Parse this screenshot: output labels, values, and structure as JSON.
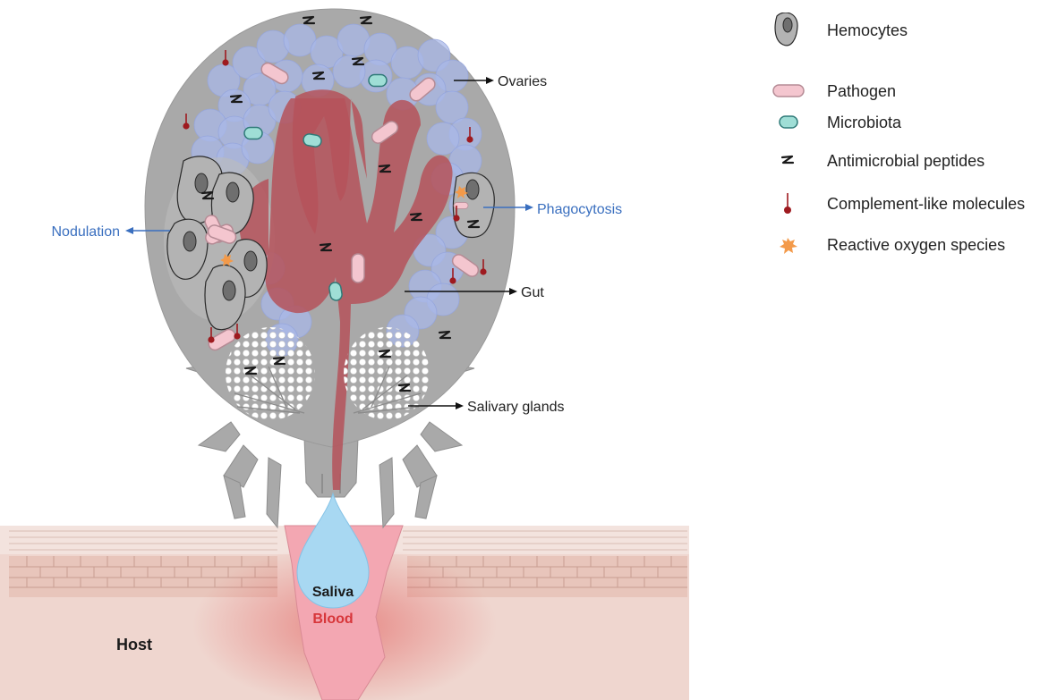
{
  "legend": {
    "items": [
      {
        "label": "Hemocytes",
        "icon": "hemocyte-icon"
      },
      {
        "label": "Pathogen",
        "icon": "pathogen-icon"
      },
      {
        "label": "Microbiota",
        "icon": "microbiota-icon"
      },
      {
        "label": "Antimicrobial peptides",
        "icon": "peptide-icon"
      },
      {
        "label": "Complement-like molecules",
        "icon": "complement-icon"
      },
      {
        "label": "Reactive oxygen species",
        "icon": "ros-icon"
      }
    ]
  },
  "labels": {
    "ovaries": "Ovaries",
    "phagocytosis": "Phagocytosis",
    "nodulation": "Nodulation",
    "gut": "Gut",
    "salivary_glands": "Salivary glands",
    "saliva": "Saliva",
    "blood": "Blood",
    "host": "Host"
  },
  "colors": {
    "tick_body": "#a9a9a9",
    "ovary_blue": "#aab8e8",
    "gut_red": "#b5525a",
    "pathogen_pink": "#f4c6cf",
    "microbiota_teal": "#9fded6",
    "complement_red": "#9e1a1f",
    "ros_orange": "#f39a4a",
    "process_blue": "#3a6fbf",
    "blood_red": "#d7363a",
    "saliva_blue": "#a8d8f2",
    "skin": "#efd6cf"
  }
}
